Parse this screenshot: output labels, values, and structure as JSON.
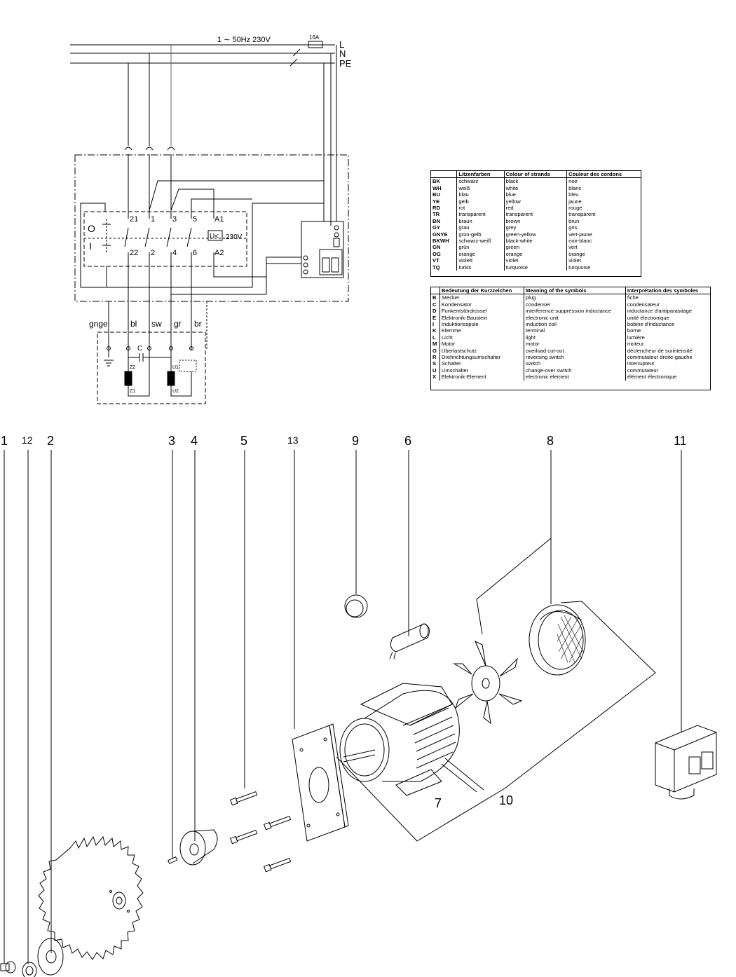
{
  "wiring": {
    "supply_label": "1 ∼ 50Hz  230V",
    "fuse_label": "16A",
    "line_labels": [
      "L",
      "N",
      "PE"
    ],
    "contactor_terminals_top": [
      "21",
      "1",
      "3",
      "5",
      "A1"
    ],
    "contactor_terminals_bottom": [
      "22",
      "2",
      "4",
      "6",
      "A2"
    ],
    "switch_labels": [
      "O",
      "I"
    ],
    "coil_label": "U<",
    "coil_voltage": "230V",
    "wire_colors": [
      "gnge",
      "bl",
      "sw",
      "gr",
      "br"
    ],
    "capacitor_label": "C",
    "motor_terminals": [
      "Z2",
      "U1",
      "Z1",
      "U2"
    ]
  },
  "colors_table": {
    "headers": [
      "",
      "Litzenfarben",
      "Colour of strands",
      "Couleur des cordons"
    ],
    "rows": [
      [
        "BK",
        "schwarz",
        "black",
        "noir"
      ],
      [
        "WH",
        "weiß",
        "white",
        "blanc"
      ],
      [
        "BU",
        "blau",
        "blue",
        "bleu"
      ],
      [
        "YE",
        "gelb",
        "yellow",
        "jaune"
      ],
      [
        "RD",
        "rot",
        "red",
        "rouge"
      ],
      [
        "TR",
        "transparent",
        "transparent",
        "transparent"
      ],
      [
        "BN",
        "braun",
        "brown",
        "brun"
      ],
      [
        "GY",
        "grau",
        "grey",
        "gris"
      ],
      [
        "GNYE",
        "grün-gelb",
        "green-yellow",
        "vert-jaune"
      ],
      [
        "BKWH",
        "schwarz-weiß",
        "black-white",
        "noir-blanc"
      ],
      [
        "GN",
        "grün",
        "green",
        "vert"
      ],
      [
        "OG",
        "orange",
        "orange",
        "orange"
      ],
      [
        "VT",
        "violett",
        "violet",
        "violet"
      ],
      [
        "TQ",
        "türkis",
        "turquoise",
        "turquoise"
      ]
    ]
  },
  "symbols_table": {
    "headers": [
      "",
      "Bedeutung der Kurzzeichen",
      "Meaning of the symbols",
      "Interprétation des symboles"
    ],
    "rows": [
      [
        "B",
        "Stecker",
        "plug",
        "fiche"
      ],
      [
        "C",
        "Kondensator",
        "condenser",
        "condensateur"
      ],
      [
        "D",
        "Funkentstördrossel",
        "interference suppression inductance",
        "inductance d'antiparasitage"
      ],
      [
        "E",
        "Elektronik-Baustein",
        "electronic unit",
        "unité électronique"
      ],
      [
        "I",
        "Induktionsspule",
        "induction coil",
        "bobine d'inductance"
      ],
      [
        "K",
        "Klemme",
        "terminal",
        "borne"
      ],
      [
        "L",
        "Licht",
        "light",
        "lumière"
      ],
      [
        "M",
        "Motor",
        "motor",
        "moteur"
      ],
      [
        "O",
        "Überlastschutz",
        "overload cut-out",
        "déclencheur de surintensité"
      ],
      [
        "R",
        "Drehrichtungsumschalter",
        "reversing switch",
        "commutateur droite-gauche"
      ],
      [
        "S",
        "Schalter",
        "switch",
        "interrupteur"
      ],
      [
        "U",
        "Umschalter",
        "change-over switch",
        "commutateur"
      ],
      [
        "X",
        "Elektronik-Element",
        "electronic element",
        "élément électronique"
      ]
    ]
  },
  "part_numbers": {
    "p1": "1",
    "p12": "12",
    "p2": "2",
    "p3": "3",
    "p4": "4",
    "p5": "5",
    "p13": "13",
    "p9": "9",
    "p6": "6",
    "p8": "8",
    "p11": "11",
    "p7": "7",
    "p10": "10"
  }
}
